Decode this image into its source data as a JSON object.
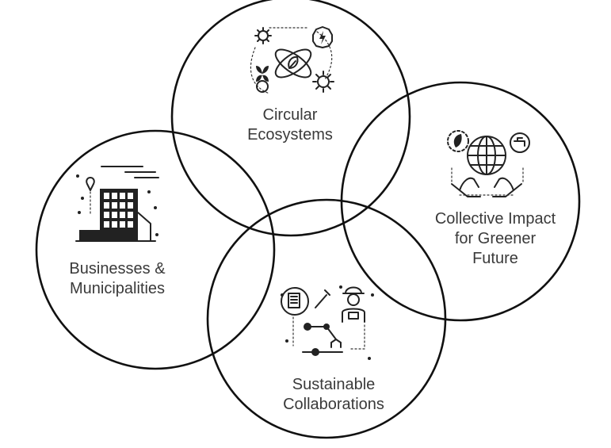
{
  "accent_color": "#111111",
  "text_color": "#3a3a3a",
  "circles": {
    "top": {
      "name": "Circular Ecosystems",
      "line1": "Circular",
      "line2": "Ecosystems",
      "icon": "circular-ecosystem-icon"
    },
    "left": {
      "name": "Businesses & Municipalities",
      "line1": "Businesses &",
      "line2": "Municipalities",
      "icon": "city-building-icon"
    },
    "right": {
      "name": "Collective Impact for Greener Future",
      "line1": "Collective Impact",
      "line2": "for Greener",
      "line3": "Future",
      "icon": "globe-in-hands-icon"
    },
    "bottom": {
      "name": "Sustainable Collaborations",
      "line1": "Sustainable",
      "line2": "Collaborations",
      "icon": "robot-arm-worker-icon"
    }
  }
}
